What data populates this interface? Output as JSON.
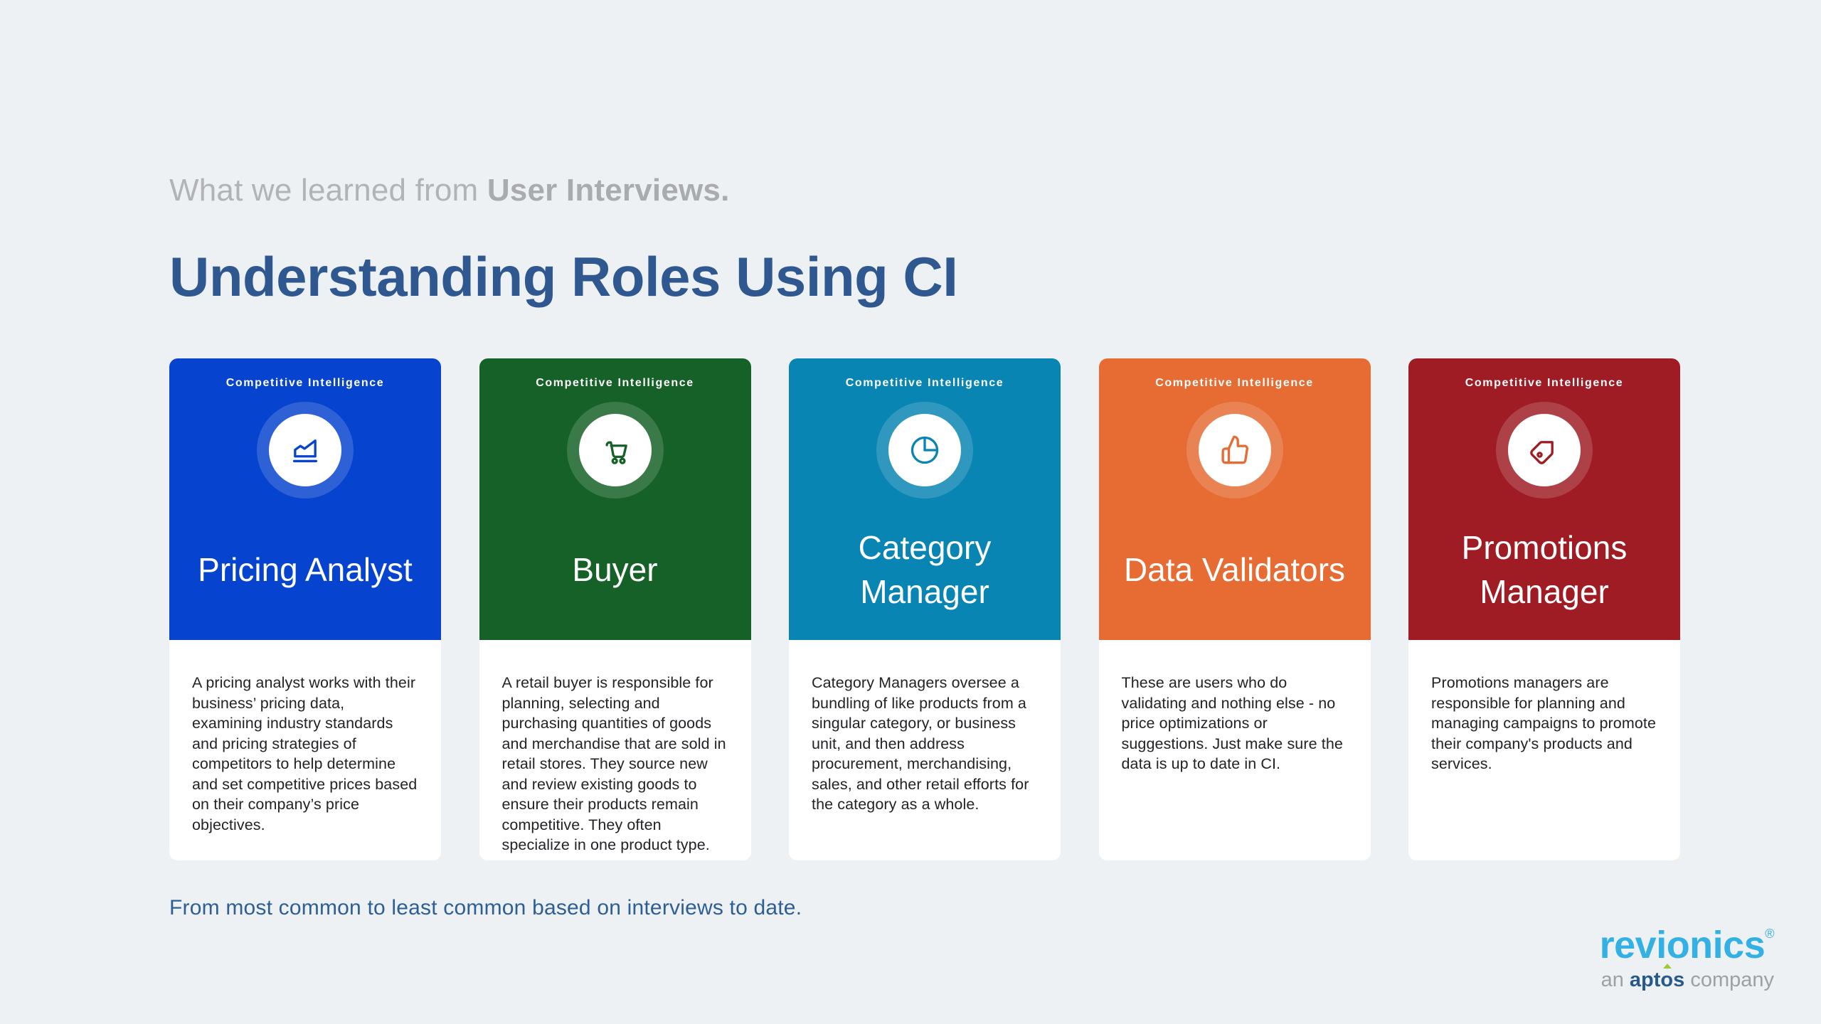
{
  "theme": {
    "bg": "#edf1f3",
    "titleColor": "#2f5890",
    "eyebrowColor": "#b1b3b6",
    "eyebrowBold": "#a9abae",
    "footerColor": "#2e5f94",
    "bodyText": "#222326",
    "logoBlue": "#33b1e4",
    "taglineGray": "#9ba1a5",
    "aptosNavy": "#27598c",
    "aptosGreen": "#a5c73c"
  },
  "header": {
    "eyebrow_regular": "What we learned from ",
    "eyebrow_bold": "User Interviews.",
    "title": "Understanding Roles Using CI"
  },
  "cards": [
    {
      "label": "Competitive Intelligence",
      "title": "Pricing Analyst",
      "color": "#0643cf",
      "icon": "area-chart-icon",
      "body": "A pricing analyst works with their business’ pricing data, examining industry standards and pricing strategies of competitors to help determine and set competitive prices based on their company’s price objectives."
    },
    {
      "label": "Competitive Intelligence",
      "title": "Buyer",
      "color": "#156127",
      "icon": "shopping-cart-icon",
      "body": "A retail buyer is responsible for planning, selecting and purchasing quantities of goods and merchandise that are sold in retail stores. They source new and review existing goods to ensure their products remain competitive. They often specialize in one product type."
    },
    {
      "label": "Competitive Intelligence",
      "title": "Category Manager",
      "color": "#0985b3",
      "icon": "pie-chart-icon",
      "body": "Category Managers oversee a bundling of like products from a singular category, or business unit, and then address procurement, merchandising, sales, and other retail efforts for the category as a whole."
    },
    {
      "label": "Competitive Intelligence",
      "title": "Data Validators",
      "color": "#e66c33",
      "icon": "thumbs-up-icon",
      "body": "These are users who do validating and nothing else - no price optimizations or suggestions. Just make sure the data is up to date in CI."
    },
    {
      "label": "Competitive Intelligence",
      "title": "Promotions Manager",
      "color": "#9f1c24",
      "icon": "tag-icon",
      "body": "Promotions managers are responsible for planning and managing campaigns to promote their company's products and services."
    }
  ],
  "footer": {
    "note": "From most common to least common based on interviews to date."
  },
  "logo": {
    "brand": "revionics",
    "registered": "®",
    "tagline_prefix": "an ",
    "tagline_brand": "aptos",
    "tagline_suffix": " company"
  }
}
